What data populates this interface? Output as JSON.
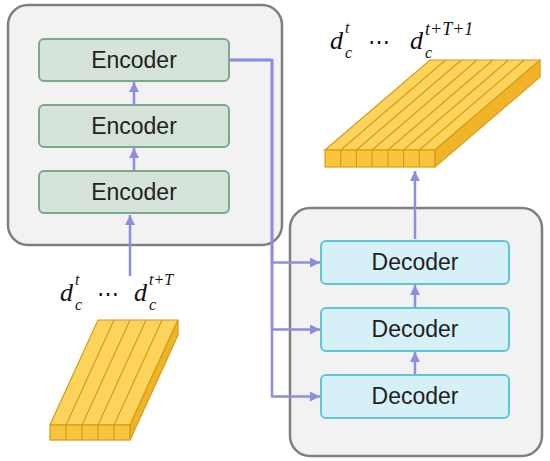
{
  "diagram": {
    "nodes": [
      {
        "text": [
          "Encoder"
        ]
      },
      {
        "text": [
          "Encoder"
        ]
      },
      {
        "text": [
          "Encoder"
        ]
      },
      {
        "text": [
          "Decoder"
        ]
      },
      {
        "text": [
          "Decoder"
        ]
      },
      {
        "text": [
          "Decoder"
        ]
      }
    ],
    "edges": [
      {
        "from": 2,
        "to": 1,
        "arrow": "to"
      },
      {
        "from": 1,
        "to": 0,
        "arrow": "to"
      },
      {
        "from": 5,
        "to": 4,
        "arrow": "to"
      },
      {
        "from": 4,
        "to": 3,
        "arrow": "to"
      },
      {
        "from": 0,
        "to": 3,
        "arrow": "to"
      },
      {
        "from": 0,
        "to": 4,
        "arrow": "to"
      },
      {
        "from": 0,
        "to": 5,
        "arrow": "to"
      }
    ],
    "labels": [
      "d",
      "c",
      "t",
      "⋯",
      "d",
      "c",
      "t+T",
      "d",
      "c",
      "t",
      "⋯",
      "d",
      "c",
      "t+T+1"
    ]
  }
}
